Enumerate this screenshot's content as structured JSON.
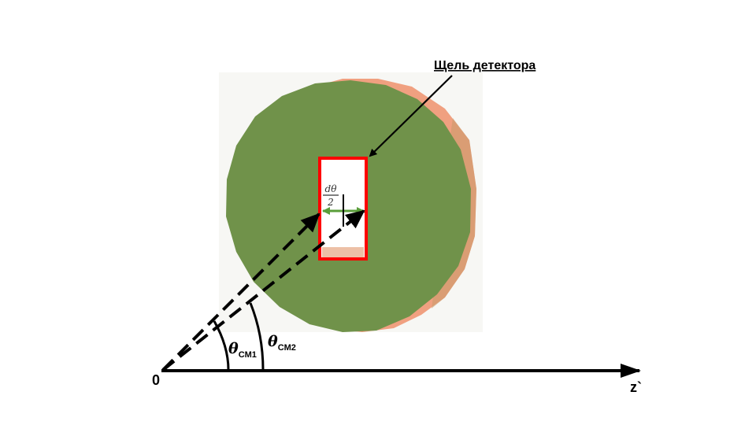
{
  "diagram": {
    "slit_label": "Щель детектора",
    "fraction": {
      "numerator": "dθ",
      "denominator": "2"
    },
    "theta_symbol": "θ",
    "angles": [
      {
        "subscript": "CM1"
      },
      {
        "subscript": "CM2"
      }
    ],
    "origin_label": "0",
    "axis_label": "z`"
  },
  "colors": {
    "disk_face": "#70924a",
    "disk_rim": "#f0a080",
    "slit_border": "#ff0000",
    "slit_fill": "#ffffff",
    "arrow_green": "#5a9e3a",
    "ink": "#000000"
  }
}
